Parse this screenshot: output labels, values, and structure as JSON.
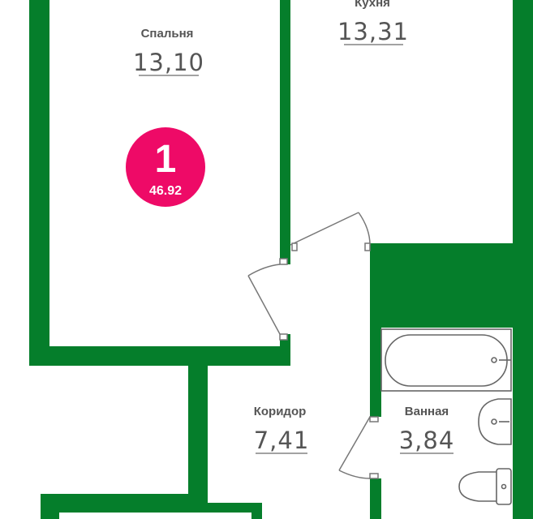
{
  "colors": {
    "wall": "#057e2b",
    "badge": "#ee0a67",
    "floor": "#ffffff",
    "text": "#555555"
  },
  "rooms": {
    "bedroom": {
      "name": "Спальня",
      "area": "13,10"
    },
    "kitchen": {
      "name": "Кухня",
      "area": "13,31"
    },
    "corridor": {
      "name": "Коридор",
      "area": "7,41"
    },
    "bathroom": {
      "name": "Ванная",
      "area": "3,84"
    }
  },
  "badge": {
    "rooms_count": "1",
    "total_area": "46.92"
  },
  "icons": [
    "bathtub-icon",
    "sink-icon",
    "toilet-icon"
  ]
}
